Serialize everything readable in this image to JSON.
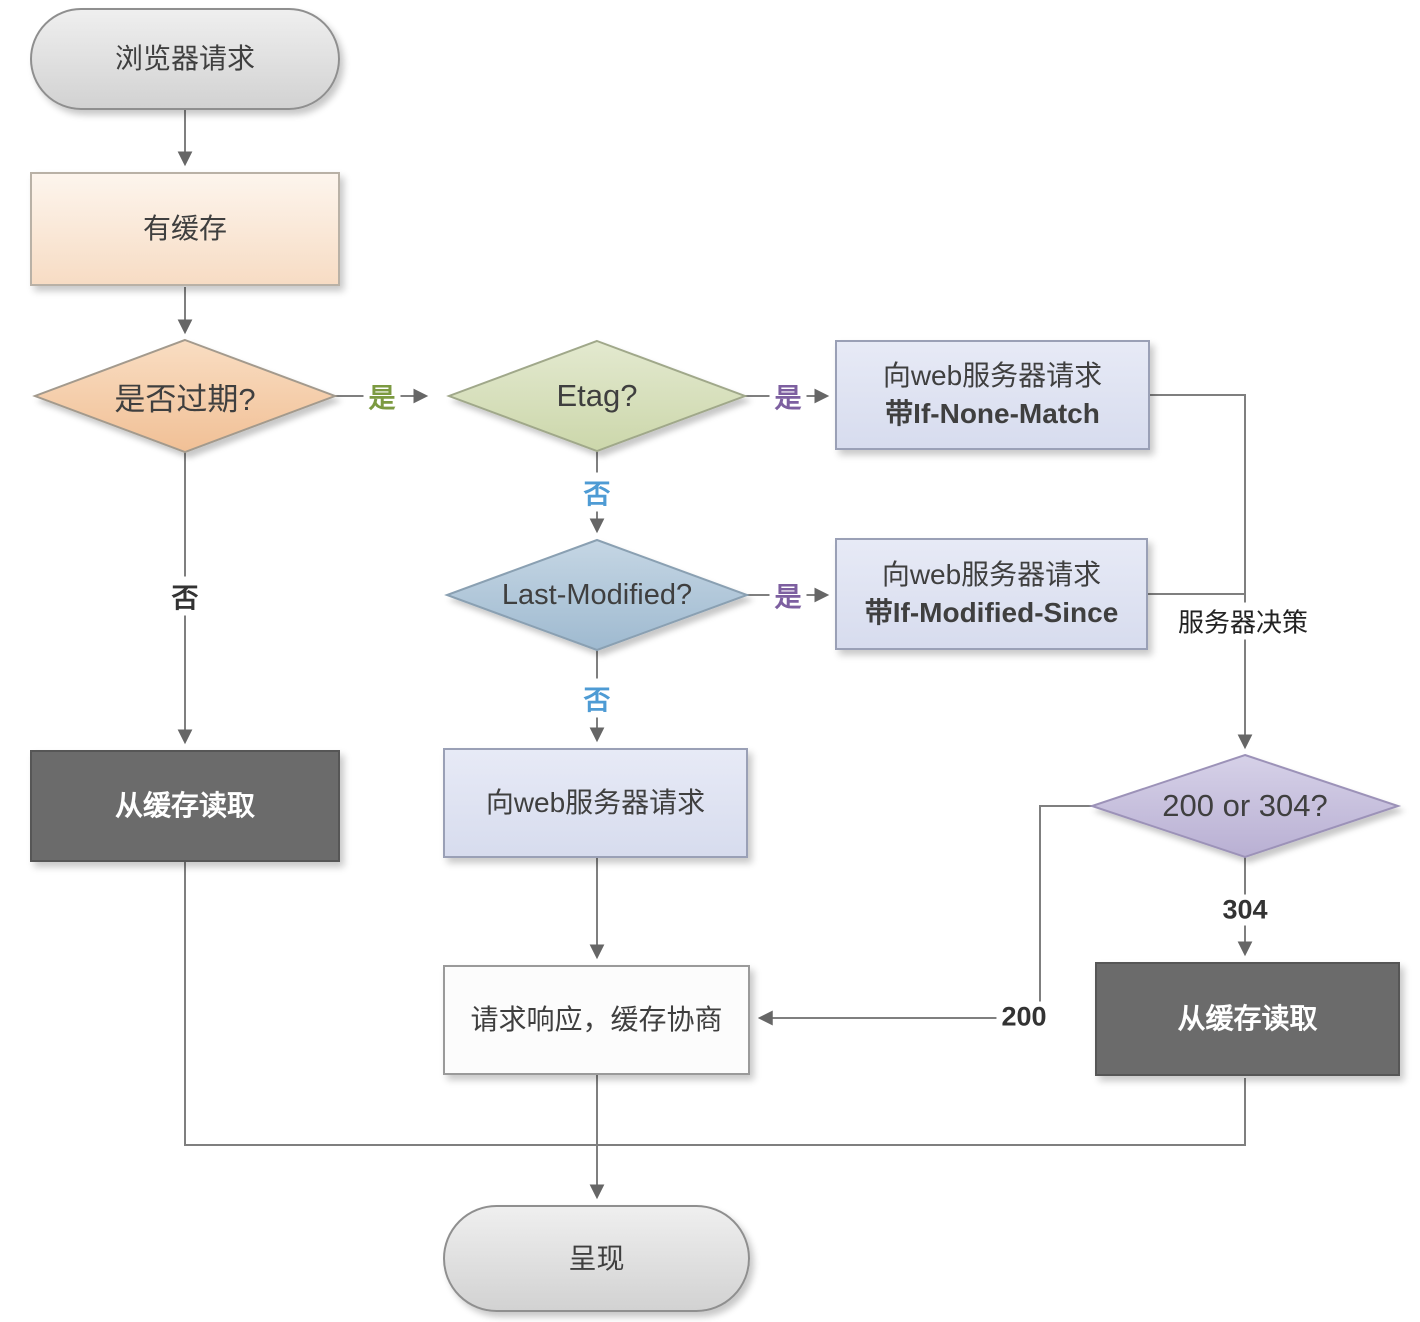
{
  "diagram": {
    "title": "browser-cache-flowchart",
    "nodes": {
      "start": {
        "label": "浏览器请求"
      },
      "has_cache": {
        "label": "有缓存"
      },
      "expired": {
        "label": "是否过期?"
      },
      "etag": {
        "label": "Etag?"
      },
      "if_none_match": {
        "line1": "向web服务器请求",
        "line2": "带If-None-Match"
      },
      "last_modified": {
        "label": "Last-Modified?"
      },
      "if_modified_since": {
        "line1": "向web服务器请求",
        "line2": "带If-Modified-Since"
      },
      "web_request": {
        "label": "向web服务器请求"
      },
      "read_cache_left": {
        "label": "从缓存读取"
      },
      "status_check": {
        "label": "200 or 304?"
      },
      "read_cache_right": {
        "label": "从缓存读取"
      },
      "response": {
        "label": "请求响应，缓存协商"
      },
      "render": {
        "label": "呈现"
      }
    },
    "edge_labels": {
      "expired_yes": "是",
      "expired_no": "否",
      "etag_yes": "是",
      "etag_no": "否",
      "lastmod_yes": "是",
      "lastmod_no": "否",
      "server_decision": "服务器决策",
      "status_304": "304",
      "status_200": "200"
    },
    "colors": {
      "stadium_fill": "#dedede",
      "cache_box_fill": "#f9e2cc",
      "expired_diamond_fill": "#f5cda6",
      "etag_diamond_fill": "#d8e0bd",
      "lastmod_diamond_fill": "#b0c8dc",
      "lavender_box_fill": "#dde2f0",
      "dark_box_fill": "#6b6b6b",
      "status_diamond_fill": "#c8c1de",
      "line_color": "#7f7f7f",
      "yes_green": "#7c9a41",
      "yes_purple": "#7d5fa0",
      "no_blue": "#4e9bd4"
    }
  }
}
